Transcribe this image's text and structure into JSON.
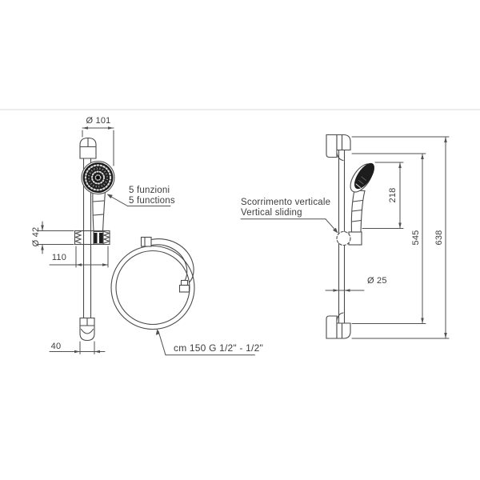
{
  "drawing": {
    "kind": "technical line drawing, shower rail set: front view, coiled hose, side view"
  },
  "labels": {
    "head_diameter": "Ø 101",
    "functions_it": "5 funzioni",
    "functions_en": "5 functions",
    "slider_diameter": "Ø 42",
    "slider_width": "110",
    "bracket_width": "40",
    "hose_label": "cm 150 G 1/2\" - 1/2\"",
    "sliding_it": "Scorrimento verticale",
    "sliding_en": "Vertical sliding",
    "head_travel": "218",
    "rail_span": "545",
    "total_height": "638",
    "rail_diameter": "Ø 25"
  },
  "colors": {
    "line": "#4a4a4a",
    "dim_line": "#515151",
    "text": "#3c3c3c",
    "dark_fill": "#1d1d1d",
    "background": "#ffffff",
    "divider": "#ececec"
  }
}
